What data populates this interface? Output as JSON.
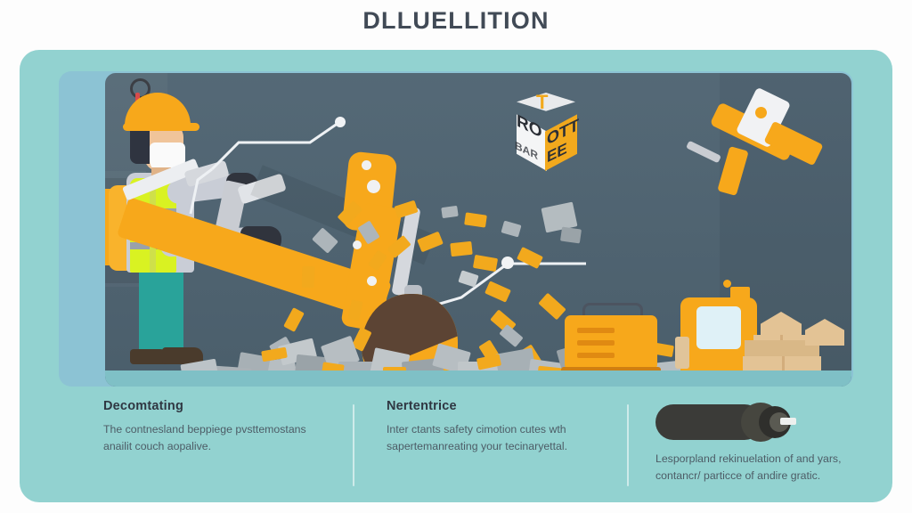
{
  "page": {
    "title": "DLLUELLITION",
    "background_color": "#fdfdfd"
  },
  "theme": {
    "card_teal": "#92d2d0",
    "inner_blue": "#8cc3d4",
    "scene_slate": "#4f6472",
    "accent_orange": "#f7a81b",
    "title_color": "#414a56",
    "heading_color": "#2f3742",
    "body_color": "#4d5c66",
    "ground_teal": "#7fc0c6",
    "rubble_gray": "#a9b0b5",
    "box_tan": "#e3c395",
    "vest_yellow": "#d9f222",
    "pants_teal": "#29a39a",
    "hook_red": "#d84b4b"
  },
  "scene": {
    "name": "demolition-illustration",
    "elements": {
      "crane_hook": "crane-hook-icon",
      "worker": "construction-worker-figure",
      "excavator": "excavator-arm",
      "impact_ball": "wrecking-ball",
      "rubble": "rubble-pile",
      "jackhammer": "pneumatic-hammer-icon",
      "generator": "generator-unit",
      "vehicle": "truck-cab",
      "boxes": "cardboard-box-stack"
    }
  },
  "cube": {
    "name": "warning-cube",
    "top_label": "T",
    "left_label": "RO",
    "left_label_2": "BAR",
    "right_label": "OTT",
    "right_label_2": "EE"
  },
  "columns": [
    {
      "id": "col-decomtating",
      "heading": "Decomtating",
      "body": "The contnesland beppiege pvsttemostans anailit couch aopalive."
    },
    {
      "id": "col-nertentrice",
      "heading": "Nertentrice",
      "body": "Inter ctants safety cimotion cutes wth sapertemanreating your tecinaryettal."
    },
    {
      "id": "col-cylinder",
      "heading": "",
      "body": "Lesporpland rekinuelation of and yars, contancr/ particce of andire gratic.",
      "icon": "cylinder-icon"
    }
  ]
}
